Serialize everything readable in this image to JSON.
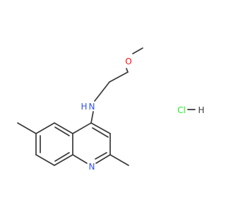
{
  "molecule": {
    "atoms": {
      "oxygen": "O",
      "amine_nitrogen": "N",
      "amine_hydrogen": "H",
      "ring_nitrogen": "N",
      "chlorine": "Cl",
      "salt_hydrogen": "H"
    },
    "colors": {
      "bond": "#383838",
      "oxygen": "#ff0d0d",
      "nitrogen": "#3050f8",
      "chlorine": "#1ff01f",
      "hydrogen": "#383838"
    }
  }
}
